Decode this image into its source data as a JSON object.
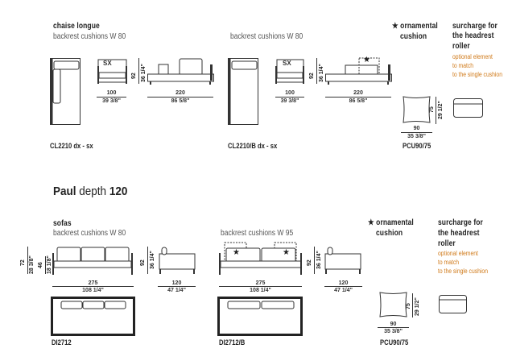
{
  "title": {
    "name": "Paul",
    "depth_label": "depth",
    "depth_value": "120"
  },
  "top": {
    "heading": "chaise longue",
    "groups": [
      {
        "subtitle": "backrest cushions W 80",
        "code": "CL2210 dx - sx",
        "front_label": "SX",
        "width": "100",
        "width_in": "39 3/8\"",
        "length": "220",
        "length_in": "86 5/8\"",
        "height": "92",
        "height_in": "36 1/4\""
      },
      {
        "subtitle": "backrest cushions W 80",
        "code": "CL2210/B dx - sx",
        "front_label": "SX",
        "width": "100",
        "width_in": "39 3/8\"",
        "length": "220",
        "length_in": "86 5/8\"",
        "height": "92",
        "height_in": "36 1/4\""
      }
    ],
    "ornamental": {
      "star": "★",
      "line1": "ornamental",
      "line2": "cushion"
    },
    "surcharge": {
      "line1": "surcharge for",
      "line2": "the headrest",
      "line3": "roller",
      "opt1": "optional element",
      "opt2": "to match",
      "opt3": "to the single cushion"
    },
    "cushion": {
      "code": "PCU90/75",
      "width": "90",
      "width_in": "35 3/8\"",
      "height": "75",
      "height_in": "29 1/2\""
    }
  },
  "bottom": {
    "heading": "sofas",
    "groups": [
      {
        "subtitle": "backrest cushions W 80",
        "code": "DI2712",
        "width": "275",
        "width_in": "108 1/4\"",
        "depth": "120",
        "depth_in": "47 1/4\"",
        "height": "92",
        "height_in": "36 1/4\"",
        "back_h": "72",
        "back_h_in": "28 3/8\"",
        "seat_h": "46",
        "seat_h_in": "18 1/8\""
      },
      {
        "subtitle": "backrest cushions W 95",
        "code": "DI2712/B",
        "width": "275",
        "width_in": "108 1/4\"",
        "depth": "120",
        "depth_in": "47 1/4\"",
        "height": "92",
        "height_in": "36 1/4\""
      }
    ],
    "ornamental": {
      "star": "★",
      "line1": "ornamental",
      "line2": "cushion"
    },
    "surcharge": {
      "line1": "surcharge for",
      "line2": "the headrest",
      "line3": "roller",
      "opt1": "optional element",
      "opt2": "to match",
      "opt3": "to the single cushion"
    },
    "cushion": {
      "code": "PCU90/75",
      "width": "90",
      "width_in": "35 3/8\"",
      "height": "75",
      "height_in": "29 1/2\""
    }
  },
  "colors": {
    "accent": "#d07a1a",
    "text": "#222222"
  }
}
